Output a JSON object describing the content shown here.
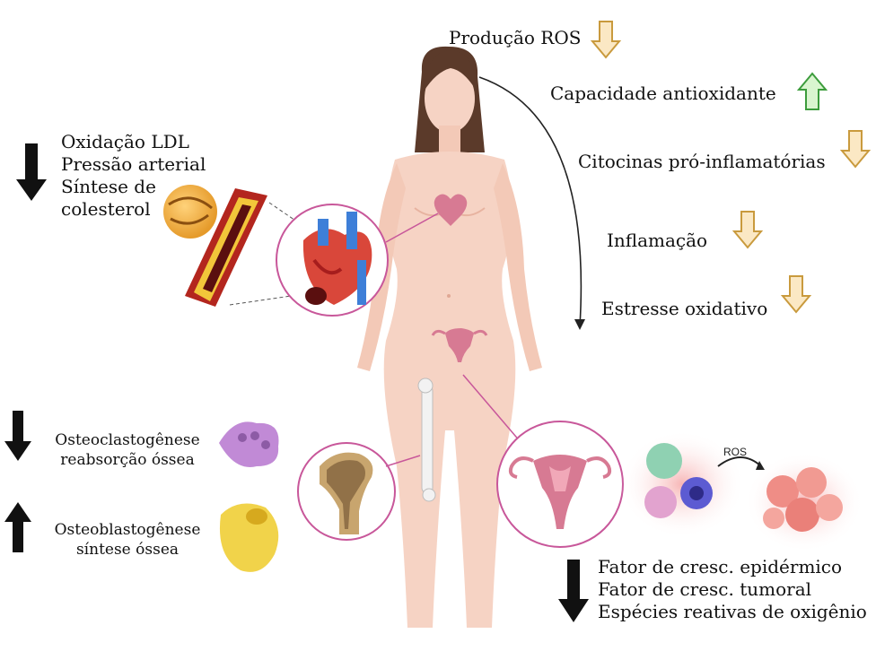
{
  "top_right": {
    "ros_production": "Produção ROS",
    "antioxidant_capacity": "Capacidade antioxidante",
    "proinflammatory_cytokines": "Citocinas pró-inflamatórias",
    "inflammation": "Inflamação",
    "oxidative_stress": "Estresse oxidativo"
  },
  "cardio": {
    "items": [
      "Oxidação LDL",
      "Pressão arterial",
      "Síntese de",
      "colesterol"
    ]
  },
  "bone": {
    "osteoclast_line1": "Osteoclastogênese",
    "osteoclast_line2": "reabsorção óssea",
    "osteoblast_line1": "Osteoblastogênese",
    "osteoblast_line2": "síntese óssea"
  },
  "uterus": {
    "ros_label": "ROS",
    "items": [
      "Fator de cresc. epidérmico",
      "Fator de cresc. tumoral",
      "Espécies reativas de oxigênio"
    ]
  },
  "colors": {
    "skin": "#f6d3c4",
    "hair": "#5a3a2c",
    "circle_border": "#c8579a",
    "down_arrow_fill": "#fbe8c4",
    "down_arrow_stroke": "#c99a3d",
    "up_arrow_fill": "#d9f5cf",
    "up_arrow_stroke": "#3c9c3c",
    "dark_arrow": "#111111"
  }
}
